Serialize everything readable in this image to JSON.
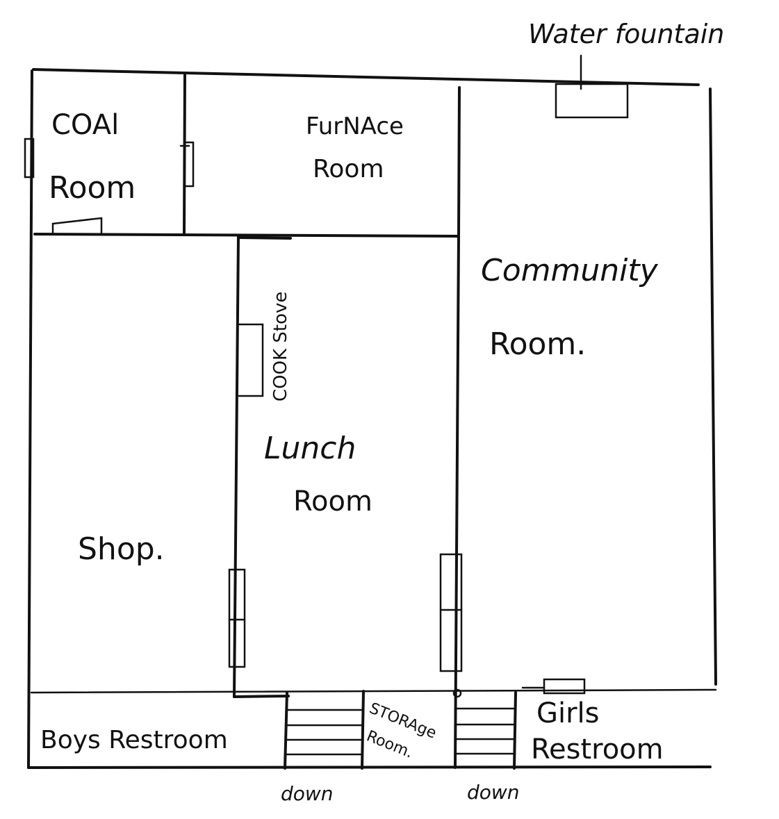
{
  "rooms": {
    "coal_line1": "COAl",
    "coal_line2": "Room",
    "furnace_line1": "FurNAce",
    "furnace_line2": "Room",
    "community_line1": "Community",
    "community_line2": "Room.",
    "lunch_line1": "Lunch",
    "lunch_line2": "Room",
    "shop": "Shop.",
    "boys_restroom": "Boys Restroom",
    "storage_line1": "STORAge",
    "storage_line2": "Room.",
    "girls_line1": "Girls",
    "girls_line2": "Restroom"
  },
  "fixtures": {
    "water_fountain": "Water fountain",
    "cook_stove": "COOK Stove"
  },
  "stairs": {
    "down_left": "down",
    "down_right": "down"
  },
  "colors": {
    "ink": "#111111",
    "paper": "#ffffff"
  }
}
